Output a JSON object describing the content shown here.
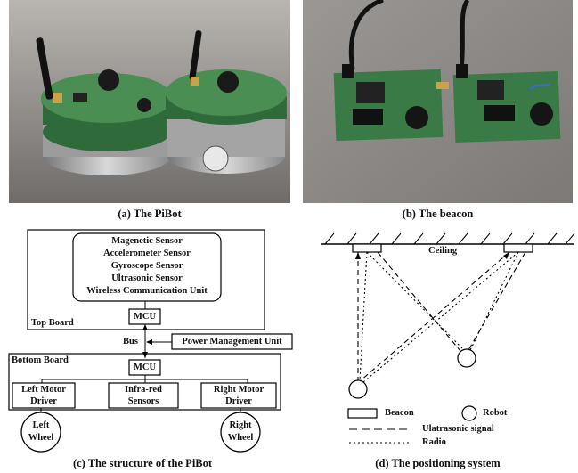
{
  "captions": {
    "a": "(a) The PiBot",
    "b": "(b) The beacon",
    "c": "(c) The structure of the PiBot",
    "d": "(d) The positioning system"
  },
  "structure": {
    "sensors": [
      "Magenetic Sensor",
      "Accelerometer Sensor",
      "Gyroscope Sensor",
      "Ultrasonic Sensor",
      "Wireless Communication Unit"
    ],
    "top_mcu": "MCU",
    "top_board": "Top Board",
    "bus": "Bus",
    "power_unit": "Power Management Unit",
    "bottom_board": "Bottom Board",
    "bottom_mcu": "MCU",
    "left_driver": [
      "Left Motor",
      "Driver"
    ],
    "infrared": [
      "Infra-red",
      "Sensors"
    ],
    "right_driver": [
      "Right Motor",
      "Driver"
    ],
    "left_wheel": [
      "Left",
      "Wheel"
    ],
    "right_wheel": [
      "Right",
      "Wheel"
    ]
  },
  "positioning": {
    "ceiling": "Ceiling",
    "legend_beacon": "Beacon",
    "legend_robot": "Robot",
    "legend_ultrasonic": "Ulatrasonic signal",
    "legend_radio": "Radio"
  },
  "colors": {
    "pcb_green": "#2f6b3a",
    "photo_bg": "#8c8c8c"
  }
}
